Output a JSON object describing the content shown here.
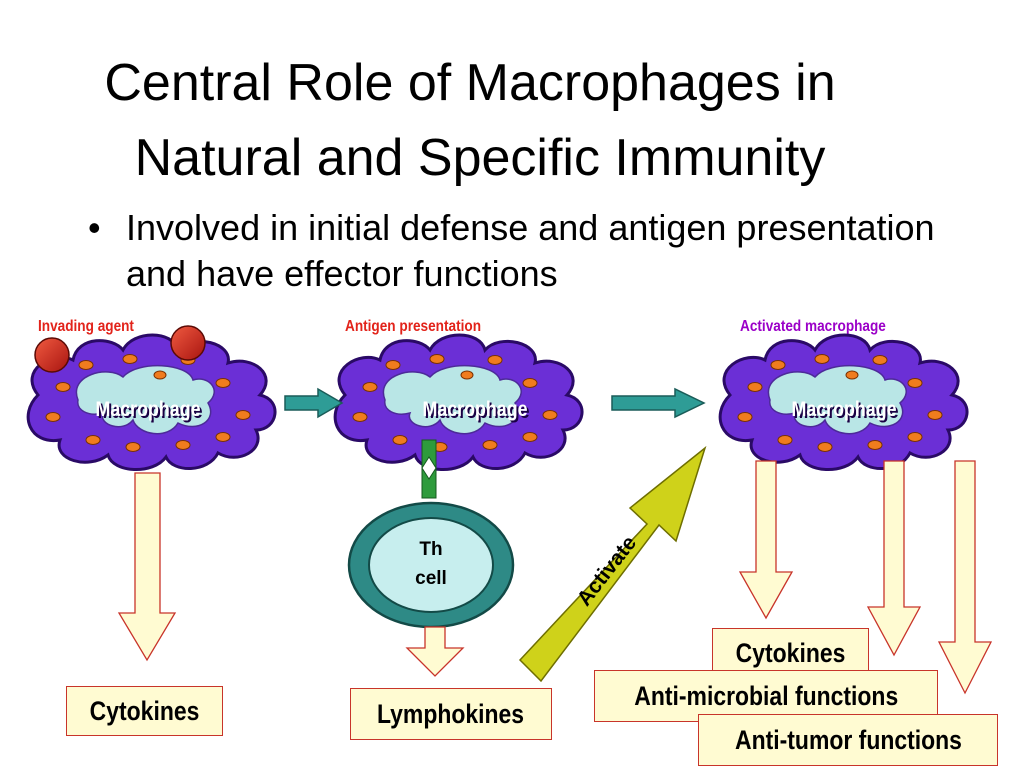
{
  "title": {
    "line1": "Central Role of Macrophages in",
    "line2": "Natural and Specific Immunity"
  },
  "bullet": {
    "symbol": "•",
    "text": "Involved in initial defense and antigen presentation and have effector functions"
  },
  "stages": [
    {
      "label": "Invading agent",
      "label_color": "#e2231a",
      "cell": "Macrophage"
    },
    {
      "label": "Antigen presentation",
      "label_color": "#e2231a",
      "cell": "Macrophage"
    },
    {
      "label": "Activated macrophage",
      "label_color": "#9b00c8",
      "cell": "Macrophage"
    }
  ],
  "th_cell": {
    "line1": "Th",
    "line2": "cell"
  },
  "activate_label": "Activate",
  "outputs": {
    "cytokines_left": "Cytokines",
    "lymphokines": "Lymphokines",
    "cytokines_right": "Cytokines",
    "anti_microbial": "Anti-microbial functions",
    "anti_tumor": "Anti-tumor functions"
  },
  "colors": {
    "cell_fill": "#6b2fd6",
    "cell_dark": "#2a0a66",
    "nucleus": "#b9e6e6",
    "granule": "#f07c1e",
    "arrow_teal": "#2e9c96",
    "th_outer": "#2e8a86",
    "th_inner": "#c7eeee",
    "activate_arrow": "#cfd21a",
    "pale_arrow": "#fffbd2",
    "invader": "#d82518"
  }
}
